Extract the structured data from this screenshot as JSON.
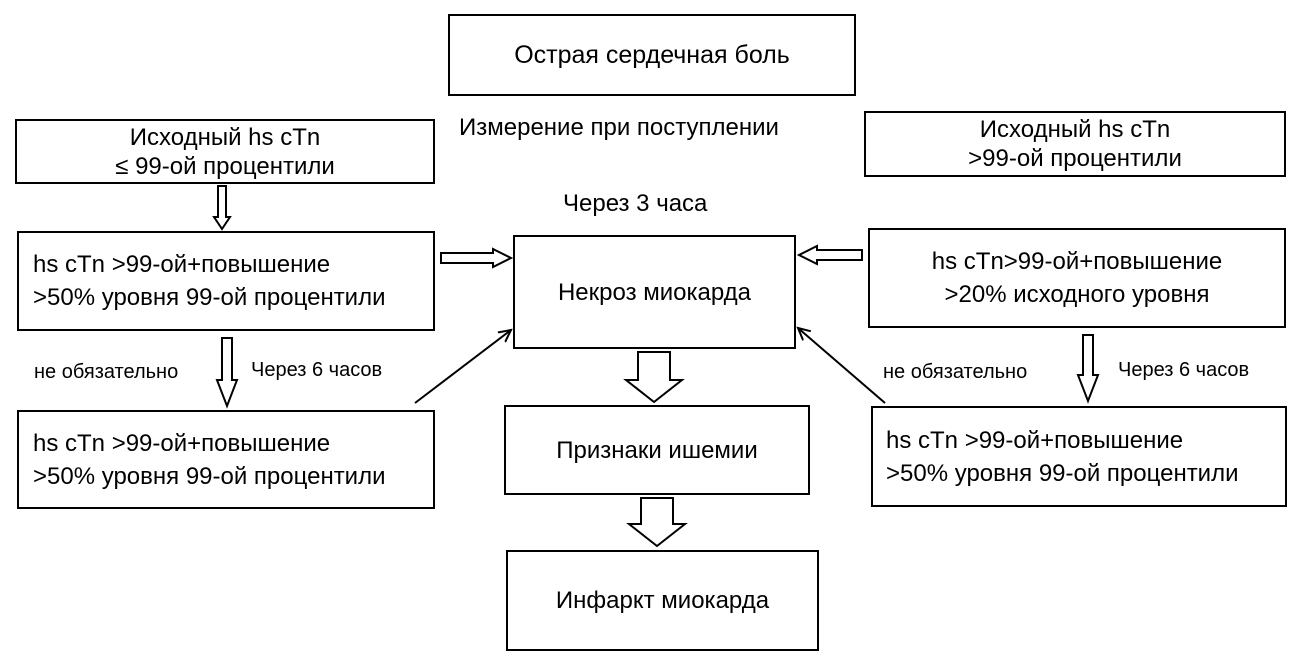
{
  "nodes": {
    "start": {
      "lines": [
        "Острая сердечная боль"
      ]
    },
    "baseline_low": {
      "lines": [
        "Исходный hs cTn",
        "≤ 99-ой процентили"
      ]
    },
    "baseline_high": {
      "lines": [
        "Исходный hs cTn",
        ">99-ой процентили"
      ]
    },
    "low_3h": {
      "lines": [
        "hs cTn >99-ой+повышение",
        ">50% уровня 99-ой процентили"
      ]
    },
    "high_3h": {
      "lines": [
        "hs cTn>99-ой+повышение",
        ">20% исходного уровня"
      ]
    },
    "necrosis": {
      "lines": [
        "Некроз миокарда"
      ]
    },
    "low_6h": {
      "lines": [
        "hs cTn >99-ой+повышение",
        ">50% уровня 99-ой процентили"
      ]
    },
    "high_6h": {
      "lines": [
        "hs cTn >99-ой+повышение",
        ">50% уровня 99-ой процентили"
      ]
    },
    "ischemia": {
      "lines": [
        "Признаки ишемии"
      ]
    },
    "infarction": {
      "lines": [
        "Инфаркт миокарда"
      ]
    }
  },
  "labels": {
    "admission": "Измерение при поступлении",
    "after_3h": "Через 3 часа",
    "optional_left": "не обязательно",
    "after_6h_left": "Через 6 часов",
    "optional_right": "не обязательно",
    "after_6h_right": "Через 6 часов"
  },
  "edges": [
    {
      "from": "baseline_low",
      "to": "low_3h",
      "style": "hollow-arrow"
    },
    {
      "from": "low_3h",
      "to": "necrosis",
      "style": "hollow-arrow"
    },
    {
      "from": "high_3h",
      "to": "necrosis",
      "style": "hollow-arrow"
    },
    {
      "from": "low_3h",
      "to": "low_6h",
      "style": "hollow-arrow"
    },
    {
      "from": "high_3h",
      "to": "high_6h",
      "style": "hollow-arrow"
    },
    {
      "from": "low_6h",
      "to": "necrosis",
      "style": "line-arrow"
    },
    {
      "from": "high_6h",
      "to": "necrosis",
      "style": "line-arrow"
    },
    {
      "from": "necrosis",
      "to": "ischemia",
      "style": "hollow-arrow"
    },
    {
      "from": "ischemia",
      "to": "infarction",
      "style": "hollow-arrow"
    }
  ],
  "colors": {
    "stroke": "#000000",
    "fill": "#ffffff"
  }
}
